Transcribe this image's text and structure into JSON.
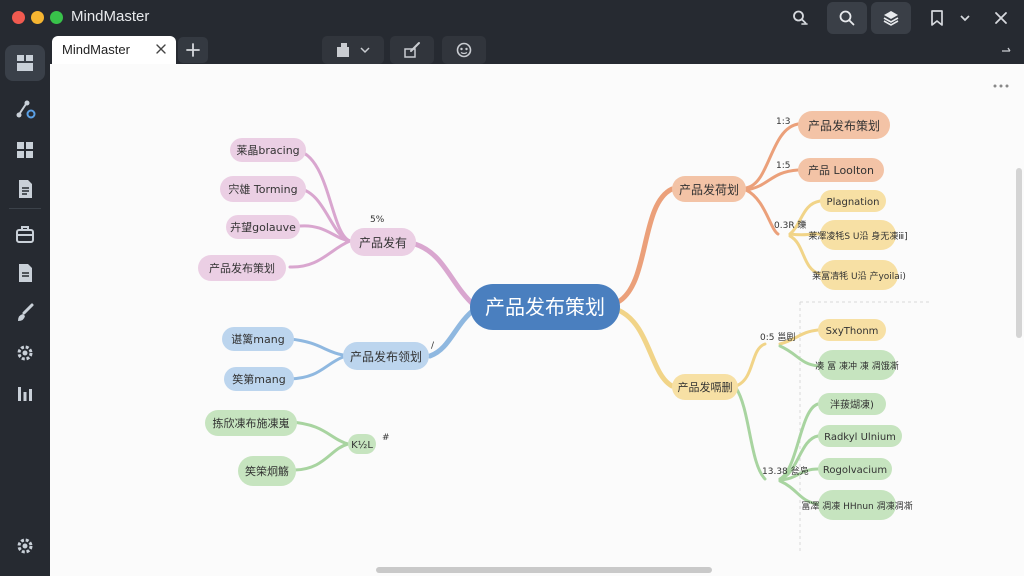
{
  "window": {
    "title": "MindMaster",
    "tab_label": "MindMaster"
  },
  "icons": {
    "traffic_close": "#f05a50",
    "traffic_min": "#f5b531",
    "traffic_max": "#38c24a"
  },
  "mindmap": {
    "root": "产品发布策划",
    "branches": [
      {
        "id": "b1",
        "label": "产品发有",
        "tag": "5%",
        "children": [
          "莱晶bracing",
          "宍雄 Torming",
          "卉望golauve",
          "产品发布策划"
        ]
      },
      {
        "id": "b2",
        "label": "产品发布领划",
        "tag": "/",
        "children": [
          "谌篱mang",
          "笶第mang"
        ]
      },
      {
        "id": "b3",
        "label": "K½L",
        "tag": "#",
        "children": [
          "拣欣凍布施凍嵬",
          "笶筞炯觞"
        ]
      },
      {
        "id": "b4",
        "label": "产品发荷划",
        "tag": "",
        "children": [
          {
            "label": "产品发布策划",
            "tag": "1:3"
          },
          {
            "label": "产品 Loolton",
            "tag": "1:5"
          },
          {
            "label": "Plagnation",
            "tag": ""
          },
          {
            "label": "莱凙凌牦S U沿 身无凍ⅲ]",
            "tag": ""
          },
          {
            "label": "莱冨凊牦 U沿 产yoilai)",
            "tag": ""
          }
        ],
        "group_label": "0.3R 瓅"
      },
      {
        "id": "b5",
        "label": "产品发嗝删",
        "tag": "",
        "groups": [
          {
            "label": "0:5 邕剧",
            "children": [
              "SxyThonm",
              "凑 冨 凍冲 凍 凋饿凘"
            ]
          },
          {
            "label": "13.38 瓮凫",
            "children": [
              "泮菝煳凍)",
              "Radkyl Ulnium",
              "Rogolvacium",
              "冨凙 凋凍 HHnun 凋凍凋凘"
            ]
          }
        ]
      }
    ]
  }
}
